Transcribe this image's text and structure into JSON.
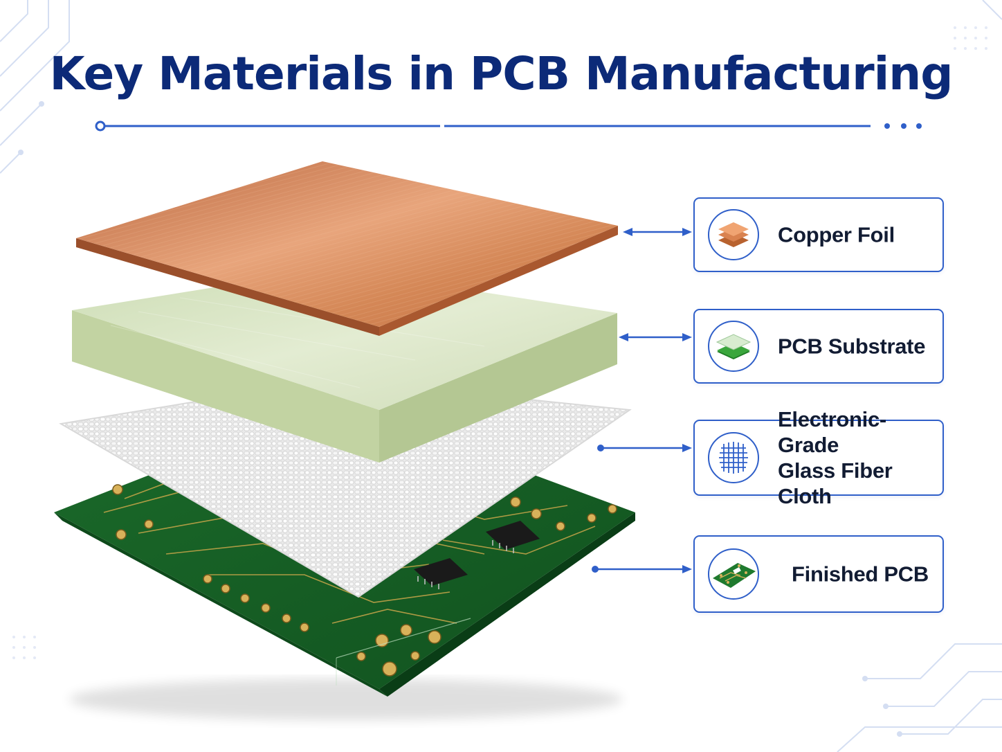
{
  "title": "Key Materials in PCB Manufacturing",
  "layers": [
    {
      "id": "copper-foil",
      "lines": [
        "Copper Foil"
      ],
      "icon": "copper-sheets-icon",
      "color": "#d9875a"
    },
    {
      "id": "pcb-substrate",
      "lines": [
        "PCB Substrate"
      ],
      "icon": "green-substrate-icon",
      "color": "#2f8f2f"
    },
    {
      "id": "glass-fiber-cloth",
      "lines": [
        "Electronic-Grade",
        "Glass Fiber Cloth"
      ],
      "icon": "woven-mesh-icon",
      "color": "#2f5fc9"
    },
    {
      "id": "finished-pcb",
      "lines": [
        "Finished PCB"
      ],
      "icon": "circuit-board-icon",
      "color": "#1f7a2e"
    }
  ],
  "colors": {
    "title": "#0c2a78",
    "accent": "#2f5fc9",
    "copper": "#cf7f52",
    "substrate": "#d9e6c4",
    "glass": "#e8e8e8",
    "pcb": "#1f6b2b"
  }
}
